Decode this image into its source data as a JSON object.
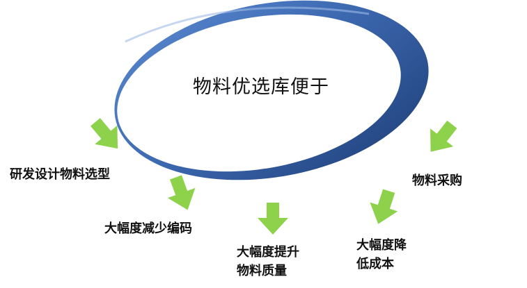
{
  "title": "物料优选库便于",
  "benefits": [
    {
      "label": "研发设计物料选型"
    },
    {
      "label": "大幅度减少编码"
    },
    {
      "label_line1": "大幅度提升",
      "label_line2": "物料质量"
    },
    {
      "label_line1": "大幅度降",
      "label_line2": "低成本"
    },
    {
      "label": "物料采购"
    }
  ],
  "colors": {
    "ring_outer": "#4a78c0",
    "ring_dark": "#23467f",
    "ring_inner_shadow": "#1c3a6e",
    "arrow_green": "#8ed14b",
    "text": "#111111"
  },
  "icons": [
    "green-down-arrow-icon"
  ]
}
